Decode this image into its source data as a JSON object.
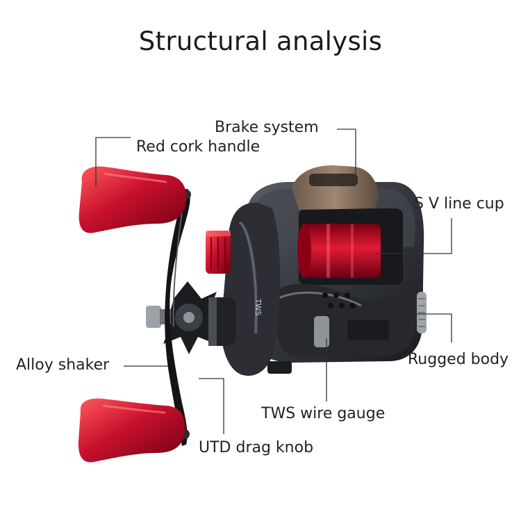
{
  "title": "Structural analysis",
  "labels": {
    "brake_system": "Brake system",
    "red_cork_handle": "Red cork handle",
    "sv_line_cup": "S V line cup",
    "rugged_body": "Rugged body",
    "alloy_shaker": "Alloy shaker",
    "tws_wire_gauge": "TWS wire gauge",
    "utd_drag_knob": "UTD drag knob"
  },
  "reel_side_text": "TWS",
  "colors": {
    "knob_red": "#c8102e",
    "spool_red": "#d0102a",
    "body_dark": "#2e3034",
    "leader_line": "#333333"
  }
}
